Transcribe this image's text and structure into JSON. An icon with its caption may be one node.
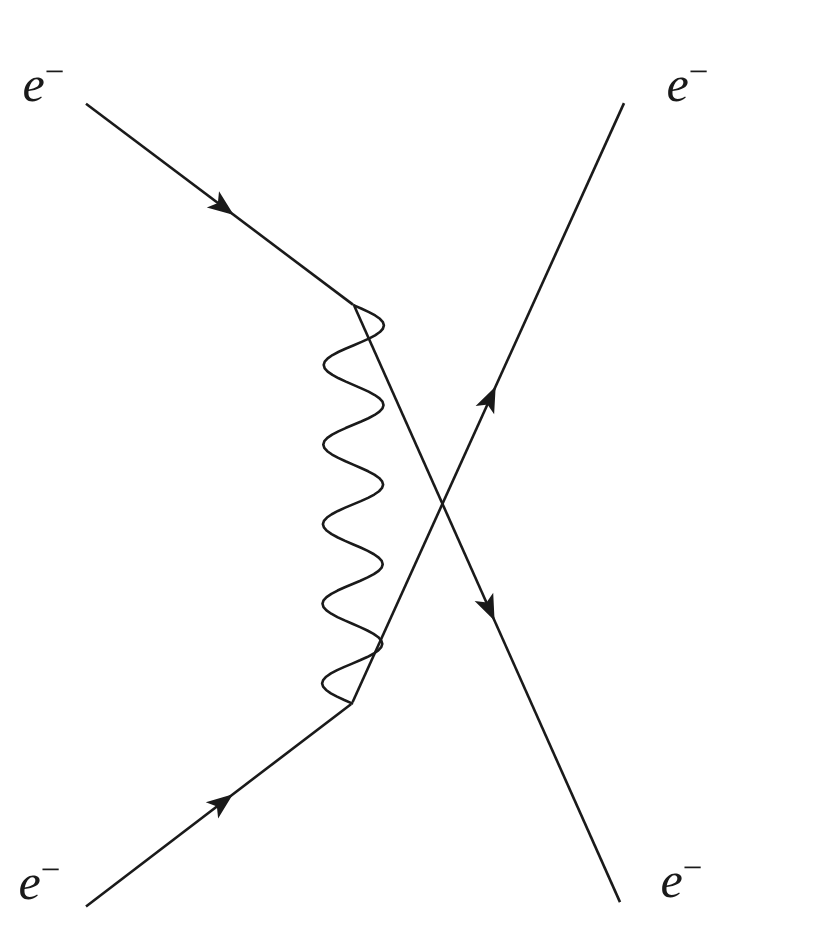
{
  "diagram": {
    "nodes": [
      {
        "text": [
          "*e*$^{−}$"
        ]
      },
      {
        "text": [
          "*e*$^{−}$"
        ]
      },
      {
        "text": [],
        "shape": "point"
      },
      {
        "text": [],
        "shape": "point"
      },
      {
        "text": [
          "*e*$^{−}$"
        ]
      },
      {
        "text": [
          "*e*$^{−}$"
        ]
      }
    ],
    "edges": [
      {
        "from": 0,
        "to": 2,
        "arrow": "to"
      },
      {
        "from": 2,
        "to": 5,
        "arrow": "to"
      },
      {
        "from": 3,
        "to": 1,
        "arrow": "to"
      },
      {
        "from": 4,
        "to": 3,
        "arrow": "to"
      },
      {
        "from": 2,
        "to": 3,
        "arrow": "none"
      }
    ]
  }
}
